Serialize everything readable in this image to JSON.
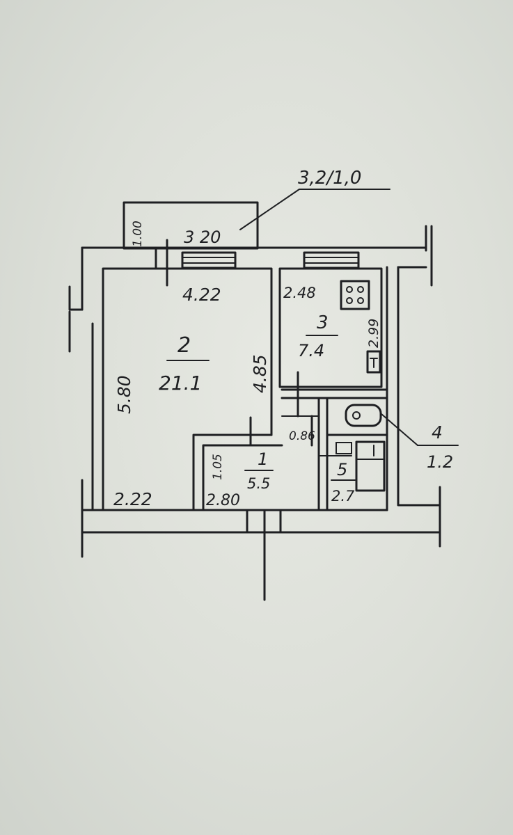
{
  "plan": {
    "balcony_callout": "3,2/1,0",
    "balcony_width": "3 20",
    "balcony_depth": "1.00",
    "rooms": [
      {
        "number": "1",
        "area": "5.5",
        "dims": [
          "1.05",
          "2.80"
        ]
      },
      {
        "number": "2",
        "area": "21.1",
        "dims": [
          "4.22",
          "5.80",
          "4.85",
          "2.22"
        ]
      },
      {
        "number": "3",
        "area": "7.4",
        "dims": [
          "2.48",
          "2.99"
        ]
      },
      {
        "number": "4",
        "area": "1.2",
        "dims": [
          "0.86"
        ]
      },
      {
        "number": "5",
        "area": "2.7",
        "dims": []
      }
    ]
  }
}
